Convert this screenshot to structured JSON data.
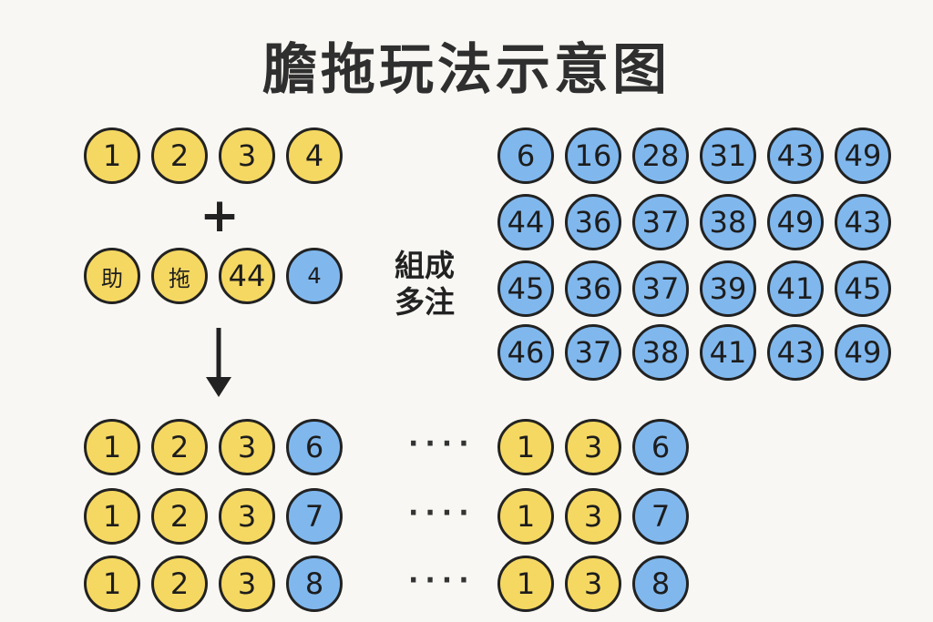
{
  "title": "膽拖玩法示意图",
  "dan_balls": [
    "1",
    "2",
    "3",
    "4"
  ],
  "plus_symbol": "+",
  "tuo_row": [
    {
      "text": "助",
      "color": "yellow"
    },
    {
      "text": "拖",
      "color": "yellow"
    },
    {
      "text": "44",
      "color": "yellow"
    },
    {
      "text": "4",
      "color": "blue"
    }
  ],
  "group_label": [
    "組成",
    "多注"
  ],
  "grid": [
    [
      "6",
      "16",
      "28",
      "31",
      "43",
      "49"
    ],
    [
      "44",
      "36",
      "37",
      "38",
      "49",
      "43"
    ],
    [
      "45",
      "36",
      "37",
      "39",
      "41",
      "45"
    ],
    [
      "46",
      "37",
      "38",
      "41",
      "43",
      "49"
    ]
  ],
  "results_left": [
    {
      "yellow": [
        "1",
        "2",
        "3"
      ],
      "blue": "6"
    },
    {
      "yellow": [
        "1",
        "2",
        "3"
      ],
      "blue": "7"
    },
    {
      "yellow": [
        "1",
        "2",
        "3"
      ],
      "blue": "8"
    }
  ],
  "ellipsis": "····",
  "results_right": [
    {
      "yellow": [
        "1",
        "3"
      ],
      "blue": "6"
    },
    {
      "yellow": [
        "1",
        "3"
      ],
      "blue": "7"
    },
    {
      "yellow": [
        "1",
        "3"
      ],
      "blue": "8"
    }
  ],
  "colors": {
    "yellow": "#f5d862",
    "blue": "#80b8ee",
    "outline": "#222222",
    "background": "#f8f7f3"
  }
}
